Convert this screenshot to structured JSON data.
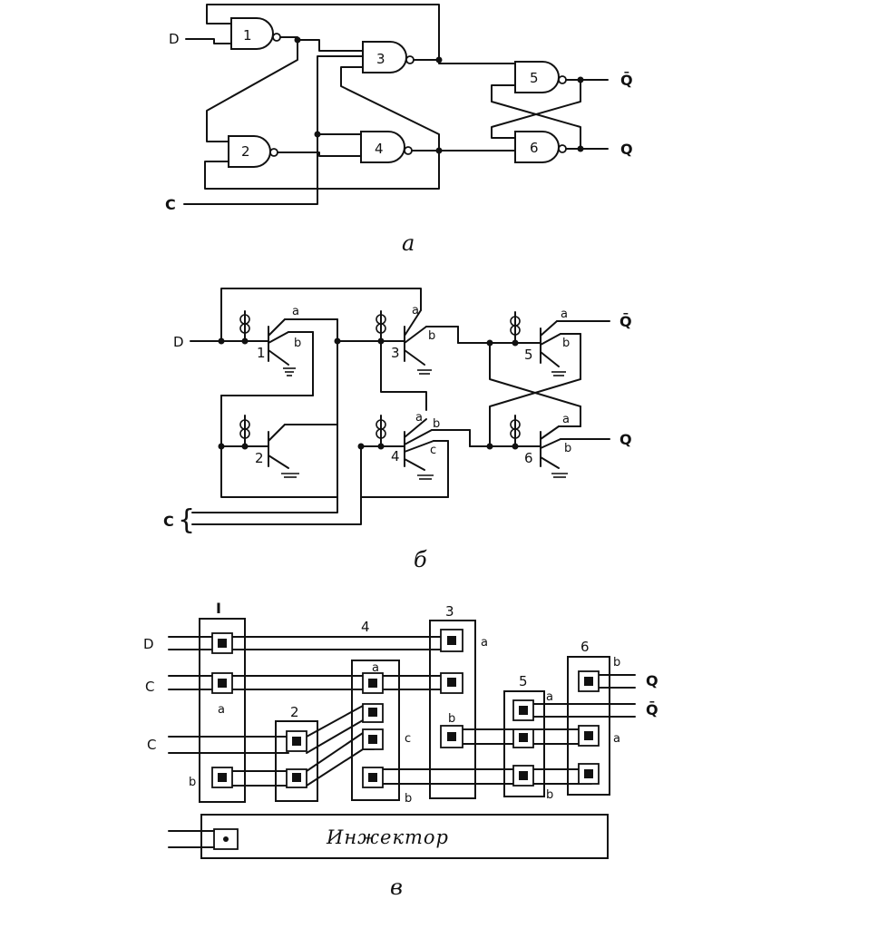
{
  "diagram_a": {
    "caption": "а",
    "gates": [
      "1",
      "2",
      "3",
      "4",
      "5",
      "6"
    ],
    "inputs": {
      "d": "D",
      "c": "C"
    },
    "outputs": {
      "q_bar": "Q̄",
      "q": "Q"
    }
  },
  "diagram_b": {
    "caption": "б",
    "transistors": [
      "1",
      "2",
      "3",
      "4",
      "5",
      "6"
    ],
    "collectors": {
      "a": "a",
      "b": "b",
      "c": "c"
    },
    "inputs": {
      "d": "D",
      "c": "C",
      "brace": "{"
    },
    "outputs": {
      "q_bar": "Q̄",
      "q": "Q"
    }
  },
  "diagram_c": {
    "caption": "в",
    "cells": [
      "I",
      "2",
      "4",
      "3",
      "5",
      "6"
    ],
    "pins": {
      "a": "a",
      "b": "b",
      "c": "c"
    },
    "inputs": {
      "d": "D",
      "c1": "C",
      "c2": "C"
    },
    "outputs": {
      "q": "Q",
      "q_bar": "Q̄"
    },
    "injector": "Инжектор"
  }
}
